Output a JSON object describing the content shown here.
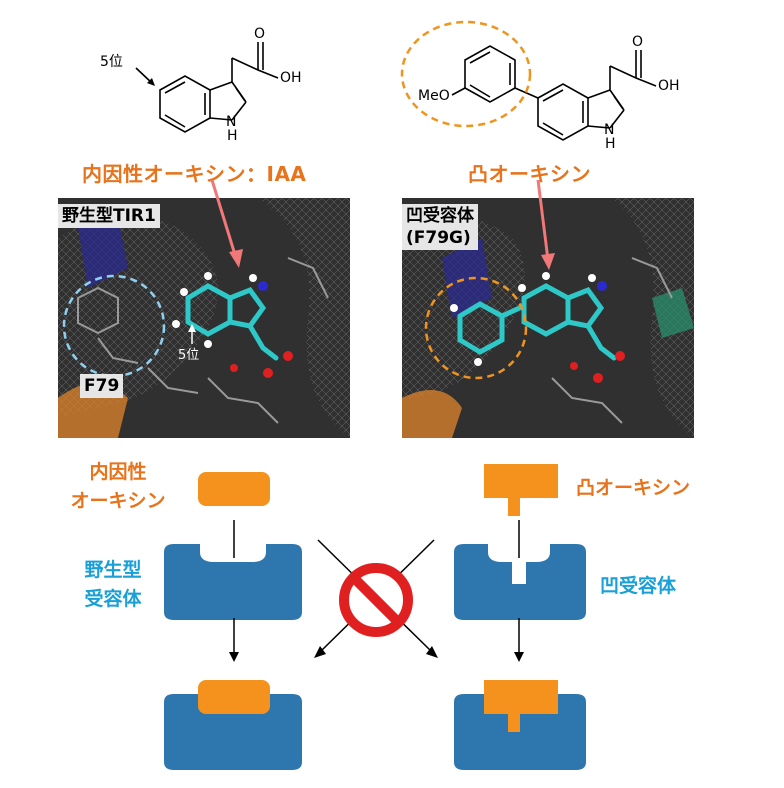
{
  "chem_left": {
    "position_label": "5位",
    "oh_label": "OH",
    "o_label": "O",
    "nh_label": "N\nH"
  },
  "chem_right": {
    "meo_label": "MeO",
    "oh_label": "OH",
    "o_label": "O",
    "nh_label": "N\nH"
  },
  "titles": {
    "left": "内因性オーキシン：IAA",
    "right": "凸オーキシン"
  },
  "panels": {
    "left": {
      "tag": "野生型TIR1",
      "residue_label": "F79",
      "position_label": "5位"
    },
    "right": {
      "tag_line1": "凹受容体",
      "tag_line2": "(F79G)"
    }
  },
  "scheme": {
    "left_ligand_line1": "内因性",
    "left_ligand_line2": "オーキシン",
    "left_receptor_line1": "野生型",
    "left_receptor_line2": "受容体",
    "right_ligand": "凸オーキシン",
    "right_receptor": "凹受容体"
  },
  "colors": {
    "orange": "#f5921e",
    "orange_text": "#e8731a",
    "blue_receptor": "#2e77ae",
    "blue_text": "#1aa0d8",
    "cyan_ligand": "#2ec8c8",
    "dashed_orange": "#f0941e",
    "dashed_blue": "#8fd0f0",
    "arrow_pink": "#f07878",
    "prohibit_red": "#e02020"
  }
}
